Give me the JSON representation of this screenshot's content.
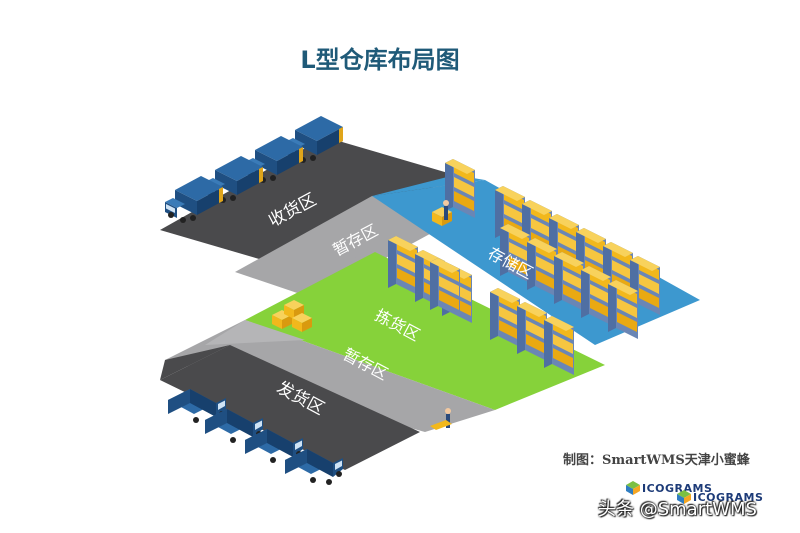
{
  "title": "L型仓库布局图",
  "zones": {
    "receiving": "收货区",
    "staging_top": "暂存区",
    "storage": "存储区",
    "picking": "拣货区",
    "staging_bottom": "暂存区",
    "shipping": "发货区"
  },
  "credit": "制图：SmartWMS天津小蜜蜂",
  "logos": [
    "ICOGRAMS",
    "ICOGRAMS"
  ],
  "watermark": "头条 @SmartWMS",
  "colors": {
    "title": "#1f5a78",
    "dark_floor": "#4a4a4c",
    "light_floor": "#a6a6a8",
    "storage_floor": "#3d98cf",
    "picking_floor": "#86d23a",
    "truck_cab": "#1f4f82",
    "rack_post": "#4f6fa3",
    "cargo": "#f2b81c"
  }
}
